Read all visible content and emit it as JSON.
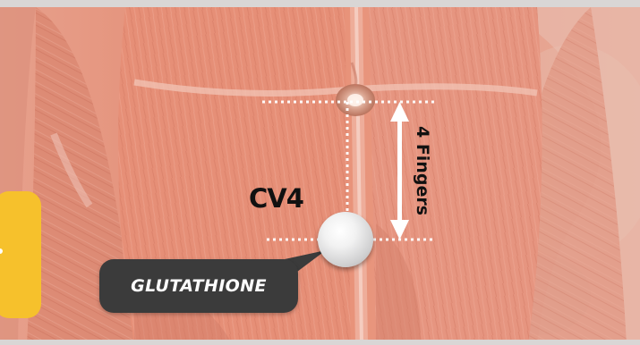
{
  "point_label": "CV4",
  "distance_label": "4 Fingers",
  "tag_label": "GLUTATHIONE",
  "colors": {
    "muscle": "#e7917a",
    "muscle_dark": "#b85a48",
    "tag_bg": "#3b3b3b",
    "yellow_card": "#f6c12c",
    "guides": "#ffffff"
  },
  "icons": {
    "acupoint": "acupoint-marker-icon",
    "arrow": "double-arrow-icon"
  }
}
